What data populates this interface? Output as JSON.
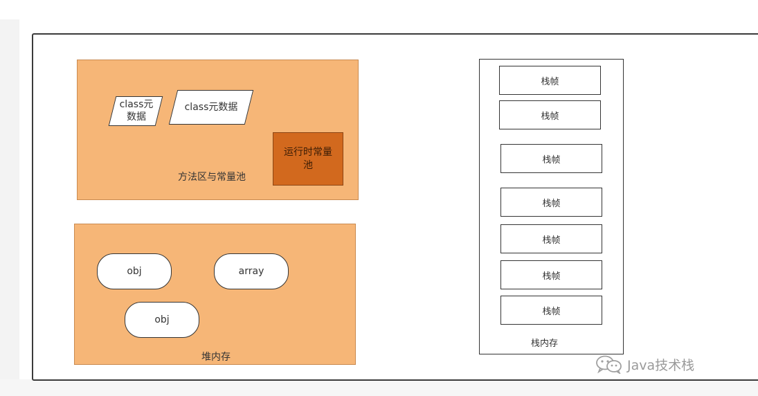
{
  "method_area": {
    "label": "方法区与常量池",
    "class_meta_small": [
      "class元",
      "数据"
    ],
    "class_meta_large": "class元数据",
    "runtime_pool": [
      "运行时常量",
      "池"
    ]
  },
  "heap": {
    "label": "堆内存",
    "objects": [
      "obj",
      "array",
      "obj"
    ]
  },
  "stack": {
    "label": "栈内存",
    "frames": [
      "栈帧",
      "栈帧",
      "栈帧",
      "栈帧",
      "栈帧",
      "栈帧",
      "栈帧"
    ]
  },
  "watermark": {
    "text": "Java技术栈",
    "icon": "wechat-icon"
  },
  "colors": {
    "region_fill": "#f6b677",
    "pool_fill": "#d2691e",
    "border": "#333333"
  }
}
